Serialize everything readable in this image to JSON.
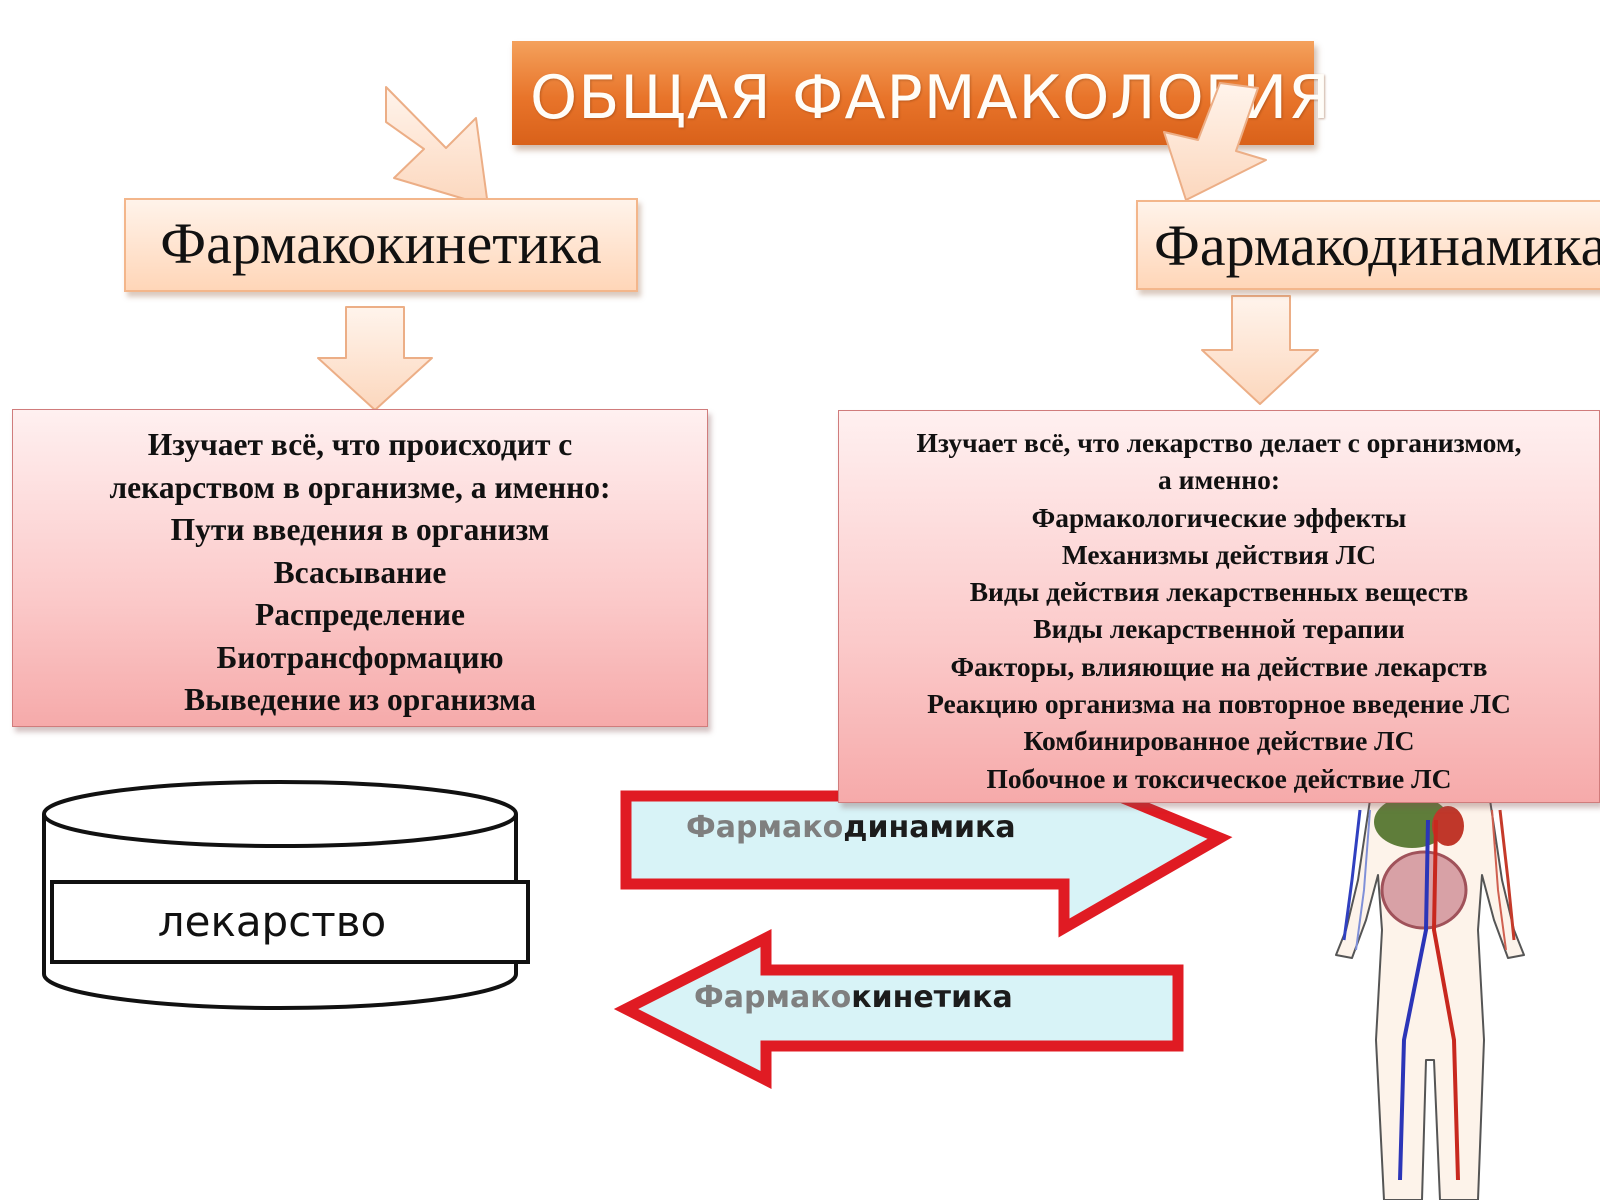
{
  "title": "ОБЩАЯ ФАРМАКОЛОГИЯ",
  "branches": {
    "kinetics": {
      "label": "Фармакокинетика",
      "description_lines": [
        "Изучает всё, что происходит с",
        "лекарством в организме, а именно:",
        "Пути введения  в организм",
        "Всасывание",
        "Распределение",
        "Биотрансформацию",
        "Выведение из организма"
      ]
    },
    "dynamics": {
      "label": "Фармакодинамика",
      "description_lines": [
        "Изучает всё, что лекарство делает с организмом,",
        "а именно:",
        "Фармакологические эффекты",
        "Механизмы действия ЛС",
        "Виды действия лекарственных веществ",
        "Виды лекарственной терапии",
        "Факторы, влияющие на действие лекарств",
        "Реакцию организма на повторное введение ЛС",
        "Комбинированное действие ЛС",
        "Побочное и токсическое действие ЛС"
      ]
    }
  },
  "illustration": {
    "drug_label": "лекарство",
    "arrow_dynamics": {
      "prefix": "Фармако",
      "suffix": "динамика"
    },
    "arrow_kinetics": {
      "prefix": "Фармако",
      "suffix": "кинетика"
    },
    "body_icon": "human-body-anatomy-icon"
  },
  "colors": {
    "title_orange": "#e8742a",
    "box_peach": "#ffd6b8",
    "info_pink": "#fbc9c9",
    "arrow_red": "#e01b23",
    "arrow_fill": "#d8f3f7"
  }
}
